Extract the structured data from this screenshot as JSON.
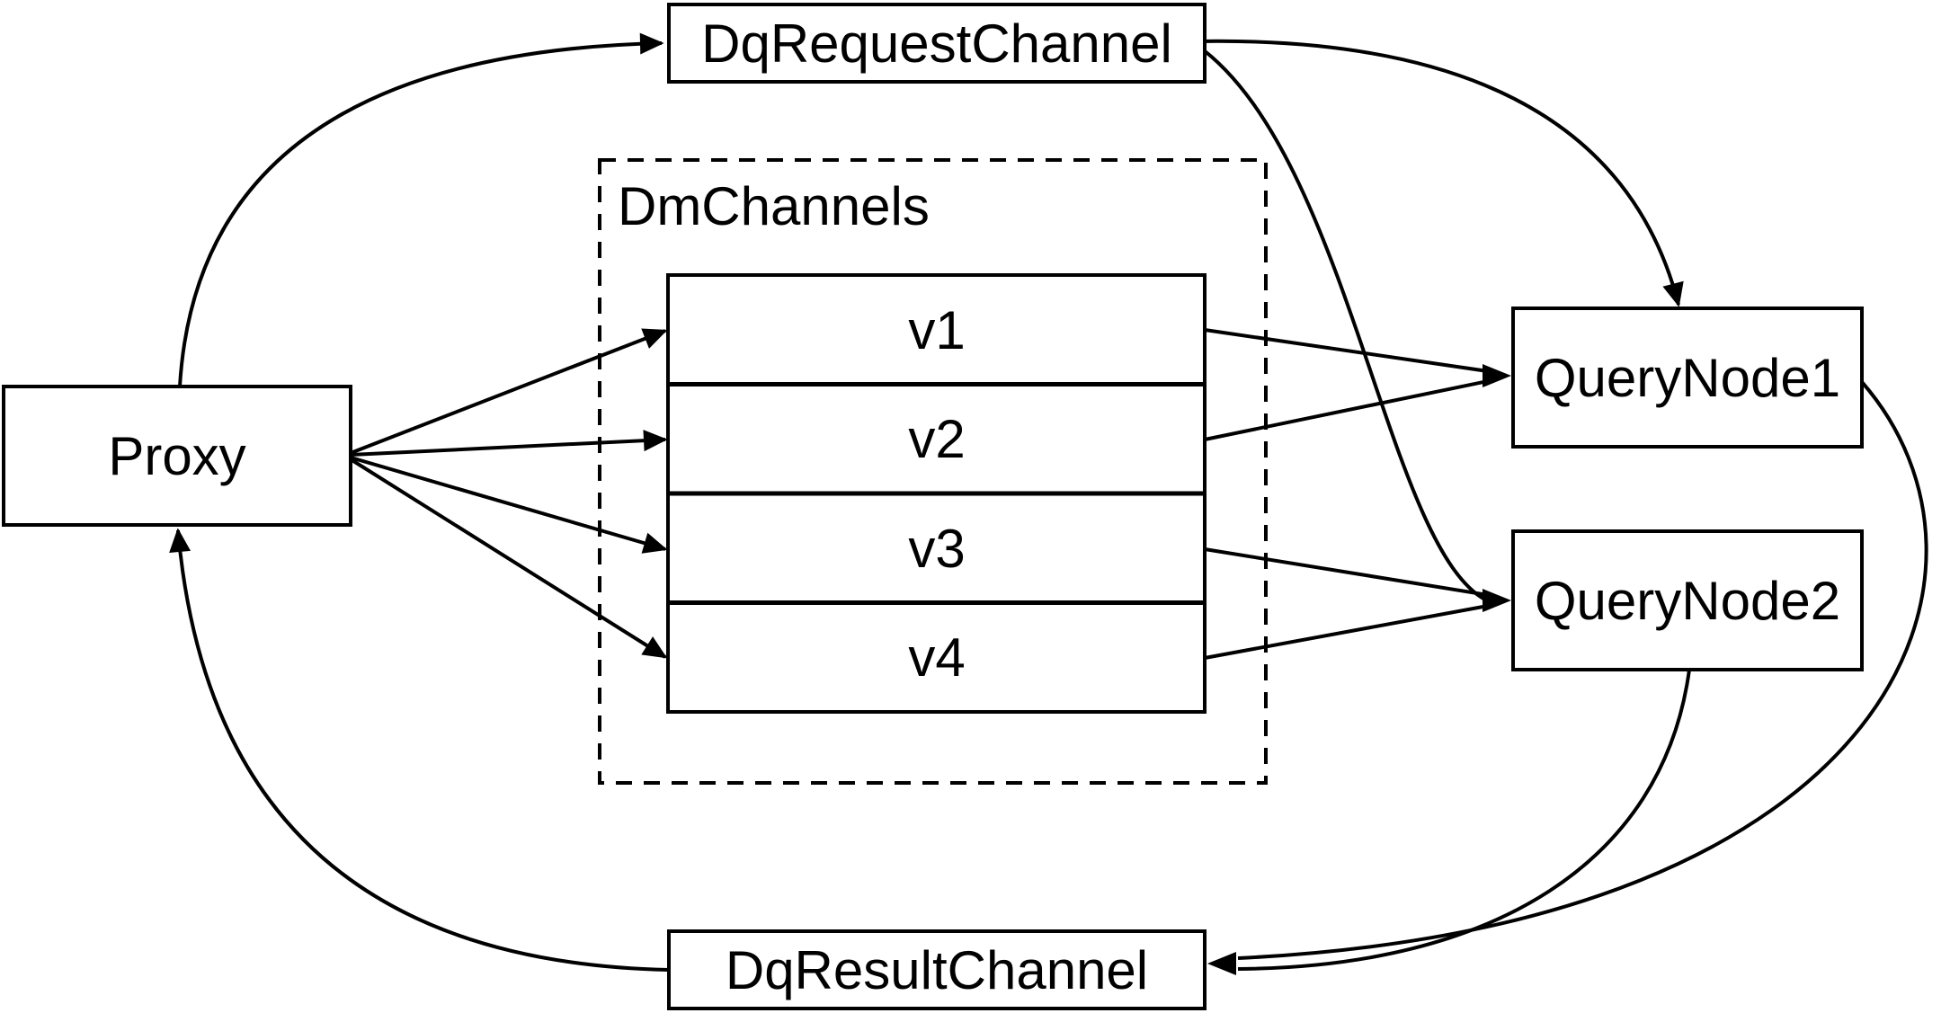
{
  "diagram": {
    "title": "Milvus query channel architecture diagram",
    "background_color": "#ffffff",
    "stroke_color": "#000000",
    "nodes": {
      "proxy": {
        "label": "Proxy"
      },
      "dq_request_channel": {
        "label": "DqRequestChannel"
      },
      "dm_channels_group": {
        "label": "DmChannels"
      },
      "channels": [
        "v1",
        "v2",
        "v3",
        "v4"
      ],
      "query_node1": {
        "label": "QueryNode1"
      },
      "query_node2": {
        "label": "QueryNode2"
      },
      "dq_result_channel": {
        "label": "DqResultChannel"
      }
    },
    "edges": [
      {
        "from": "Proxy",
        "to": "DqRequestChannel",
        "style": "curved-arrow"
      },
      {
        "from": "Proxy",
        "to": "v1",
        "style": "straight-arrow"
      },
      {
        "from": "Proxy",
        "to": "v2",
        "style": "straight-arrow"
      },
      {
        "from": "Proxy",
        "to": "v3",
        "style": "straight-arrow"
      },
      {
        "from": "Proxy",
        "to": "v4",
        "style": "straight-arrow"
      },
      {
        "from": "v1",
        "to": "QueryNode1",
        "style": "straight-arrow"
      },
      {
        "from": "v2",
        "to": "QueryNode1",
        "style": "straight-arrow"
      },
      {
        "from": "v3",
        "to": "QueryNode2",
        "style": "straight-arrow"
      },
      {
        "from": "v4",
        "to": "QueryNode2",
        "style": "straight-arrow"
      },
      {
        "from": "DqRequestChannel",
        "to": "QueryNode1",
        "style": "curved-arrow"
      },
      {
        "from": "DqRequestChannel",
        "to": "QueryNode2",
        "style": "curved-arrow"
      },
      {
        "from": "QueryNode1",
        "to": "DqResultChannel",
        "style": "curved-arrow"
      },
      {
        "from": "QueryNode2",
        "to": "DqResultChannel",
        "style": "curved-arrow"
      },
      {
        "from": "DqResultChannel",
        "to": "Proxy",
        "style": "curved-arrow"
      }
    ]
  }
}
